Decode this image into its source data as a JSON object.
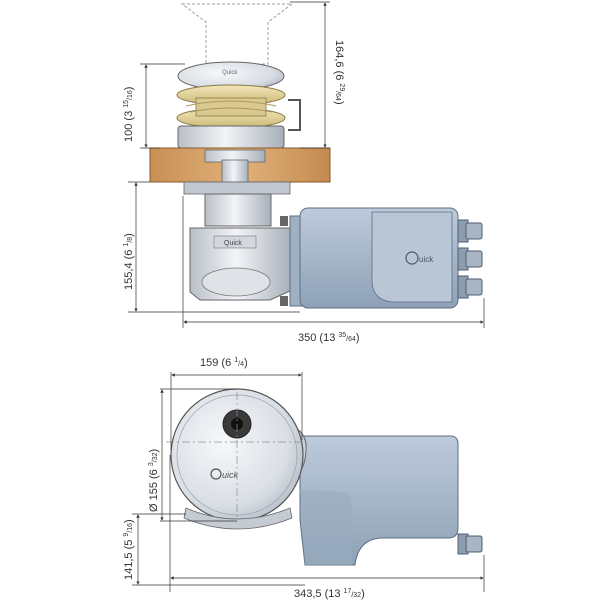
{
  "dimensions": {
    "side_height_top": {
      "main": "164,6 (6 ",
      "num": "29",
      "den": "/64",
      "close": ")"
    },
    "side_height_capstan": {
      "main": "100 (3 ",
      "num": "15",
      "den": "/16",
      "close": ")"
    },
    "side_height_body": {
      "main": "155,4 (6 ",
      "num": "1",
      "den": "/8",
      "close": ")"
    },
    "side_width_total": {
      "main": "350 (13 ",
      "num": "35",
      "den": "/64",
      "close": ")"
    },
    "top_width_drum": {
      "main": "159 (6 ",
      "num": "1",
      "den": "/4",
      "close": ")"
    },
    "top_diameter": {
      "main": "Ø 155 (6 ",
      "num": "3",
      "den": "/32",
      "close": ")"
    },
    "top_height_body": {
      "main": "141,5 (5 ",
      "num": "9",
      "den": "/16",
      "close": ")"
    },
    "top_width_total": {
      "main": "343,5 (13 ",
      "num": "17",
      "den": "/32",
      "close": ")"
    }
  },
  "colors": {
    "metal_light": "#e6e9ee",
    "metal_mid": "#c9ced6",
    "motor_blue": "#a9b8c9",
    "motor_dark": "#7f93a8",
    "brass": "#e7d79d",
    "wood": "#d9a66b",
    "line": "#555555"
  },
  "icons": [
    "quick-logo-icon"
  ]
}
